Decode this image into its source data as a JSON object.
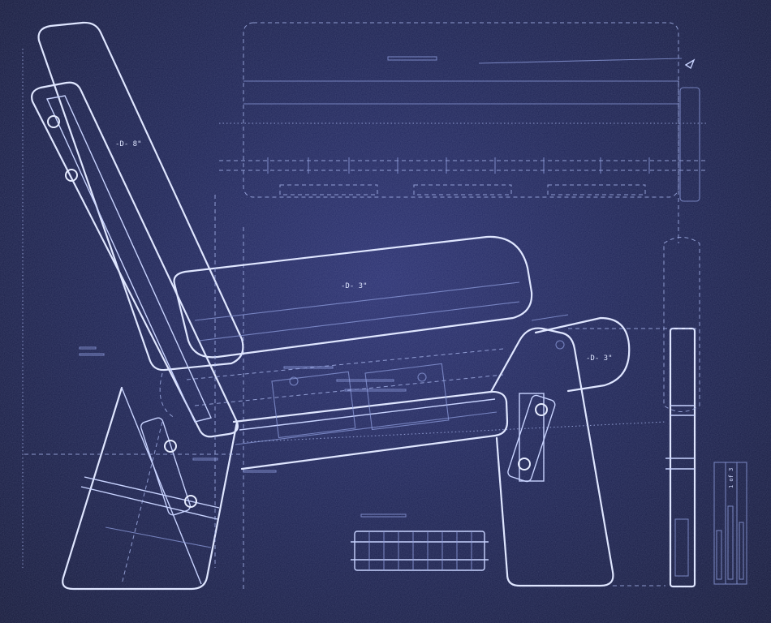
{
  "drawing": {
    "labels": {
      "backrest_dim": "-D- 8\"",
      "seat_dim": "-D- 3\"",
      "arm_dim": "-D- 3\"",
      "sheet_number": "1 of 3"
    },
    "colors": {
      "paper": "#1d2354",
      "line": "#dfe6ff",
      "faint_line": "#8e9cdc"
    }
  }
}
